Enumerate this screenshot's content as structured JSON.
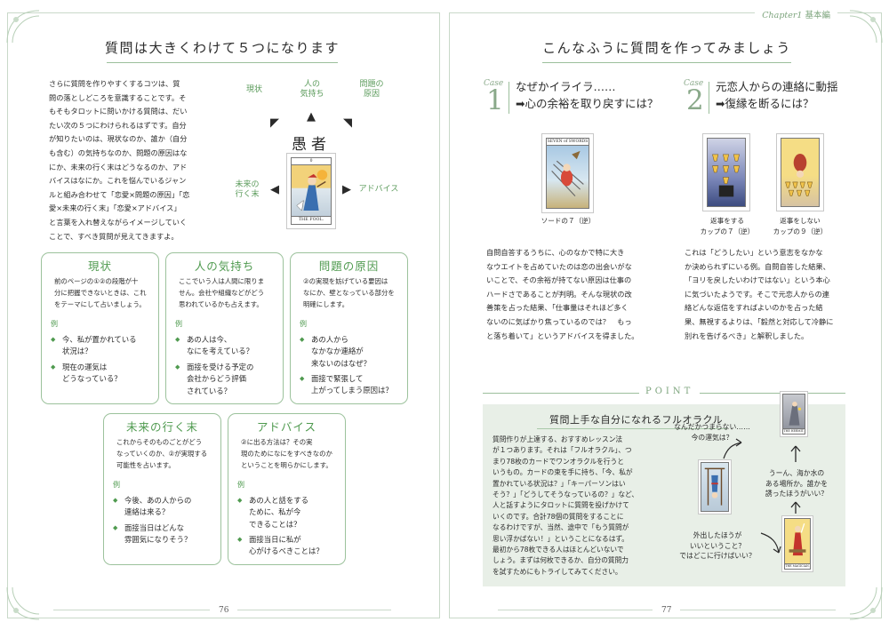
{
  "header": {
    "chapter": "Chapter1",
    "section": "基本編"
  },
  "left": {
    "title": "質問は大きくわけて５つになります",
    "intro": [
      "さらに質問を作りやすくするコツは、質",
      "問の落としどころを意識することです。そ",
      "もそもタロットに問いかける質問は、だい",
      "たい次の５つにわけられるはずです。自分",
      "が知りたいのは、現状なのか、誰か（自分",
      "も含む）の気持ちなのか、問題の原因はな",
      "にか、未来の行く末はどうなるのか、アド",
      "バイスはなにか。これを悩んでいるジャン",
      "ルと組み合わせて「恋愛×問題の原因」「恋",
      "愛×未来の行く末」「恋愛×アドバイス」",
      "と言葉を入れ替えながらイメージしていく",
      "ことで、すべき質問が見えてきますよ。"
    ],
    "diagram": {
      "center_label": "愚者",
      "card_name": "THE FOOL.",
      "card_number": "0",
      "labels": {
        "genjo": "現状",
        "kimochi": [
          "人の",
          "気持ち"
        ],
        "gen_in": [
          "問題の",
          "原因"
        ],
        "mirai": [
          "未来の",
          "行く末"
        ],
        "advice": "アドバイス"
      },
      "arrows": {
        "up": "▲",
        "upleft": "◤",
        "upright": "◥",
        "left": "◀",
        "right": "▶"
      }
    },
    "rei_label": "例",
    "bullet": "◆",
    "boxes": [
      {
        "title": "現状",
        "desc": [
          "前のページの①②の段階が十",
          "分に把握できないときは、これ",
          "をテーマにして占いましょう。"
        ],
        "items": [
          [
            "今、私が置かれている",
            "状況は？"
          ],
          [
            "現在の運気は",
            "どうなっている？"
          ]
        ]
      },
      {
        "title": "人の気持ち",
        "desc": [
          "ここでいう人は人間に限りま",
          "せん。会社や組織などがどう",
          "思われているかも占えます。"
        ],
        "items": [
          [
            "あの人は今、",
            "なにを考えている？"
          ],
          [
            "面接を受ける予定の",
            "会社からどう評価",
            "されている？"
          ]
        ]
      },
      {
        "title": "問題の原因",
        "desc": [
          "②の実現を妨げている要因は",
          "なにか、壁となっている部分を",
          "明確にします。"
        ],
        "items": [
          [
            "あの人から",
            "なかなか連絡が",
            "来ないのはなぜ？"
          ],
          [
            "面接で緊張して",
            "上がってしまう原因は？"
          ]
        ]
      },
      {
        "title": "未来の行く末",
        "desc": [
          "これからそのものごとがどう",
          "なっていくのか、②が実現する",
          "可能性を占います。"
        ],
        "items": [
          [
            "今後、あの人からの",
            "連絡は来る？"
          ],
          [
            "面接当日はどんな",
            "雰囲気になりそう？"
          ]
        ]
      },
      {
        "title": "アドバイス",
        "desc": [
          "②に出る方法は？その実",
          "現のためになにをすべきなのか",
          "ということを明らかにします。"
        ],
        "items": [
          [
            "あの人と話をする",
            "ために、私が今",
            "できることは？"
          ],
          [
            "面接当日に私が",
            "心がけるべきことは？"
          ]
        ]
      }
    ],
    "page_number": "76"
  },
  "right": {
    "title": "こんなふうに質問を作ってみましょう",
    "case1": {
      "word": "Case",
      "num": "1",
      "lines": [
        "なぜかイライラ……",
        "➡心の余裕を取り戻すには？"
      ],
      "card_top": "SEVEN of SWORDS",
      "caption": [
        "ソードの７（逆）"
      ],
      "text": [
        "自問自答するうちに、心のなかで特に大き",
        "なウエイトを占めていたのは恋の出会いがな",
        "いことで、その余裕が持てない原因は仕事の",
        "ハードさであることが判明。そんな現状の改",
        "善策を占った結果、「仕事量はそれほど多く",
        "ないのに気ばかり焦っているのでは？　もっ",
        "と落ち着いて」というアドバイスを得ました。"
      ]
    },
    "case2": {
      "word": "Case",
      "num": "2",
      "lines": [
        "元恋人からの連絡に動揺",
        "➡復縁を断るには？"
      ],
      "card_a_caption": [
        "返事をする",
        "カップの７（逆）"
      ],
      "card_b_caption": [
        "返事をしない",
        "カップの９（逆）"
      ],
      "text": [
        "これは「どうしたい」という意志をなかな",
        "か決められずにいる例。自問自答した結果、",
        "「ヨリを戻したいわけではない」という本心",
        "に気づいたようです。そこで元恋人からの連",
        "絡どんな返信をすればよいのかを占った結",
        "果、無視するよりは、「毅然と対応して冷静に",
        "別れを告げるべき」と解釈しました。"
      ]
    },
    "point": {
      "label": "POINT",
      "title": "質問上手な自分になれるフルオラクル",
      "text": [
        "質問作りが上達する、おすすめレッスン法",
        "が１つあります。それは「フルオラクル」、つ",
        "まり78枚のカードでワンオラクルを行うと",
        "いうもの。カードの束を手に持ち、「今、私が",
        "置かれている状況は？」「キーパーソンはい",
        "そう？」「どうしてそうなっているの？」など、",
        "人と話すようにタロットに質問を投げかけて",
        "いくのです。合計78個の質問をすることに",
        "なるわけですが、当然、途中で「もう質問が",
        "思い浮かばない！」ということになるはず。",
        "最初から78枚できる人はほとんどいないで",
        "しょう。まずは何枚できるか、自分の質問力",
        "を試すためにもトライしてみてください。"
      ],
      "bubble1": [
        "なんだかつまらない……",
        "今の運気は？"
      ],
      "bubble2": [
        "うーん、海か水の",
        "ある場所か。誰かを",
        "誘ったほうがいい？"
      ],
      "bubble3": [
        "外出したほうが",
        "いいということ？",
        "ではどこに行けばいい？"
      ],
      "card_hermit": "THE HERMIT.",
      "card_magician": "THE MAGICIAN.",
      "card_hanged": "THE HANGED MAN."
    },
    "page_number": "77"
  },
  "colors": {
    "accent": "#4f9a4f",
    "border": "#9cc29c",
    "point_bg": "#e8efe7"
  }
}
